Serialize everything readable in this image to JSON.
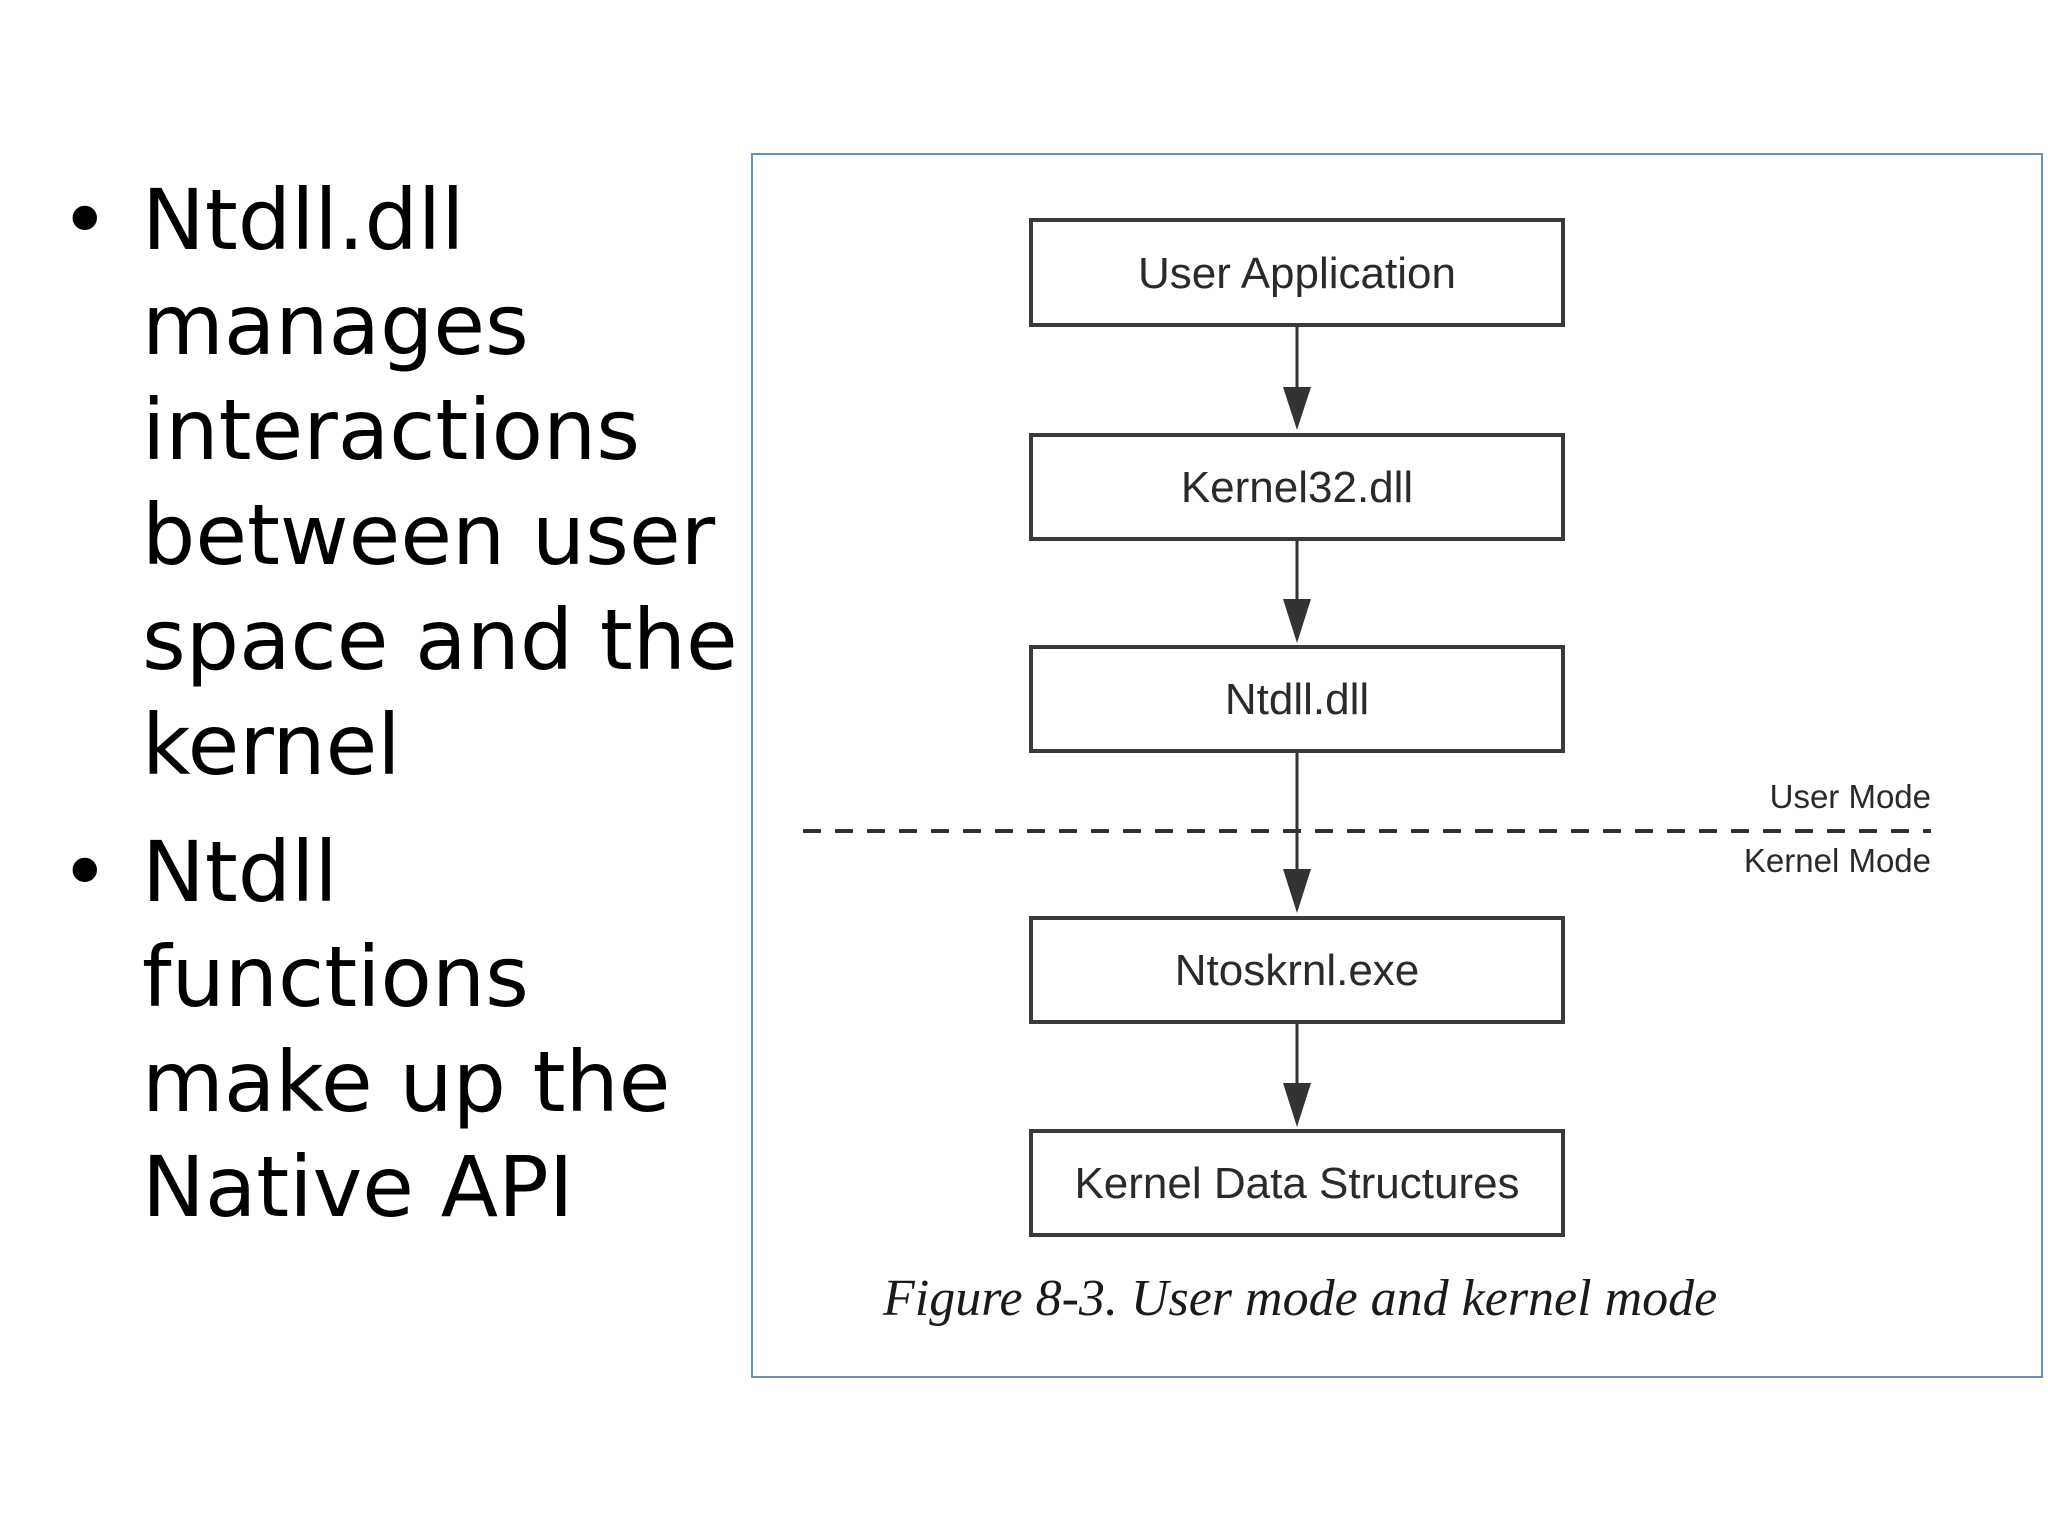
{
  "bullets": [
    {
      "text": "Ntdll.dll manages interactions between user space and the kernel"
    },
    {
      "text": "Ntdll functions make up the Native API"
    }
  ],
  "diagram": {
    "boxes": [
      "User Application",
      "Kernel32.dll",
      "Ntdll.dll",
      "Ntoskrnl.exe",
      "Kernel Data Structures"
    ],
    "user_mode_label": "User Mode",
    "kernel_mode_label": "Kernel Mode",
    "caption": "Figure 8-3. User mode and kernel mode"
  },
  "colors": {
    "figure_border": "#6a8dc0",
    "box_stroke": "#3a3a3a",
    "arrow": "#333333"
  }
}
